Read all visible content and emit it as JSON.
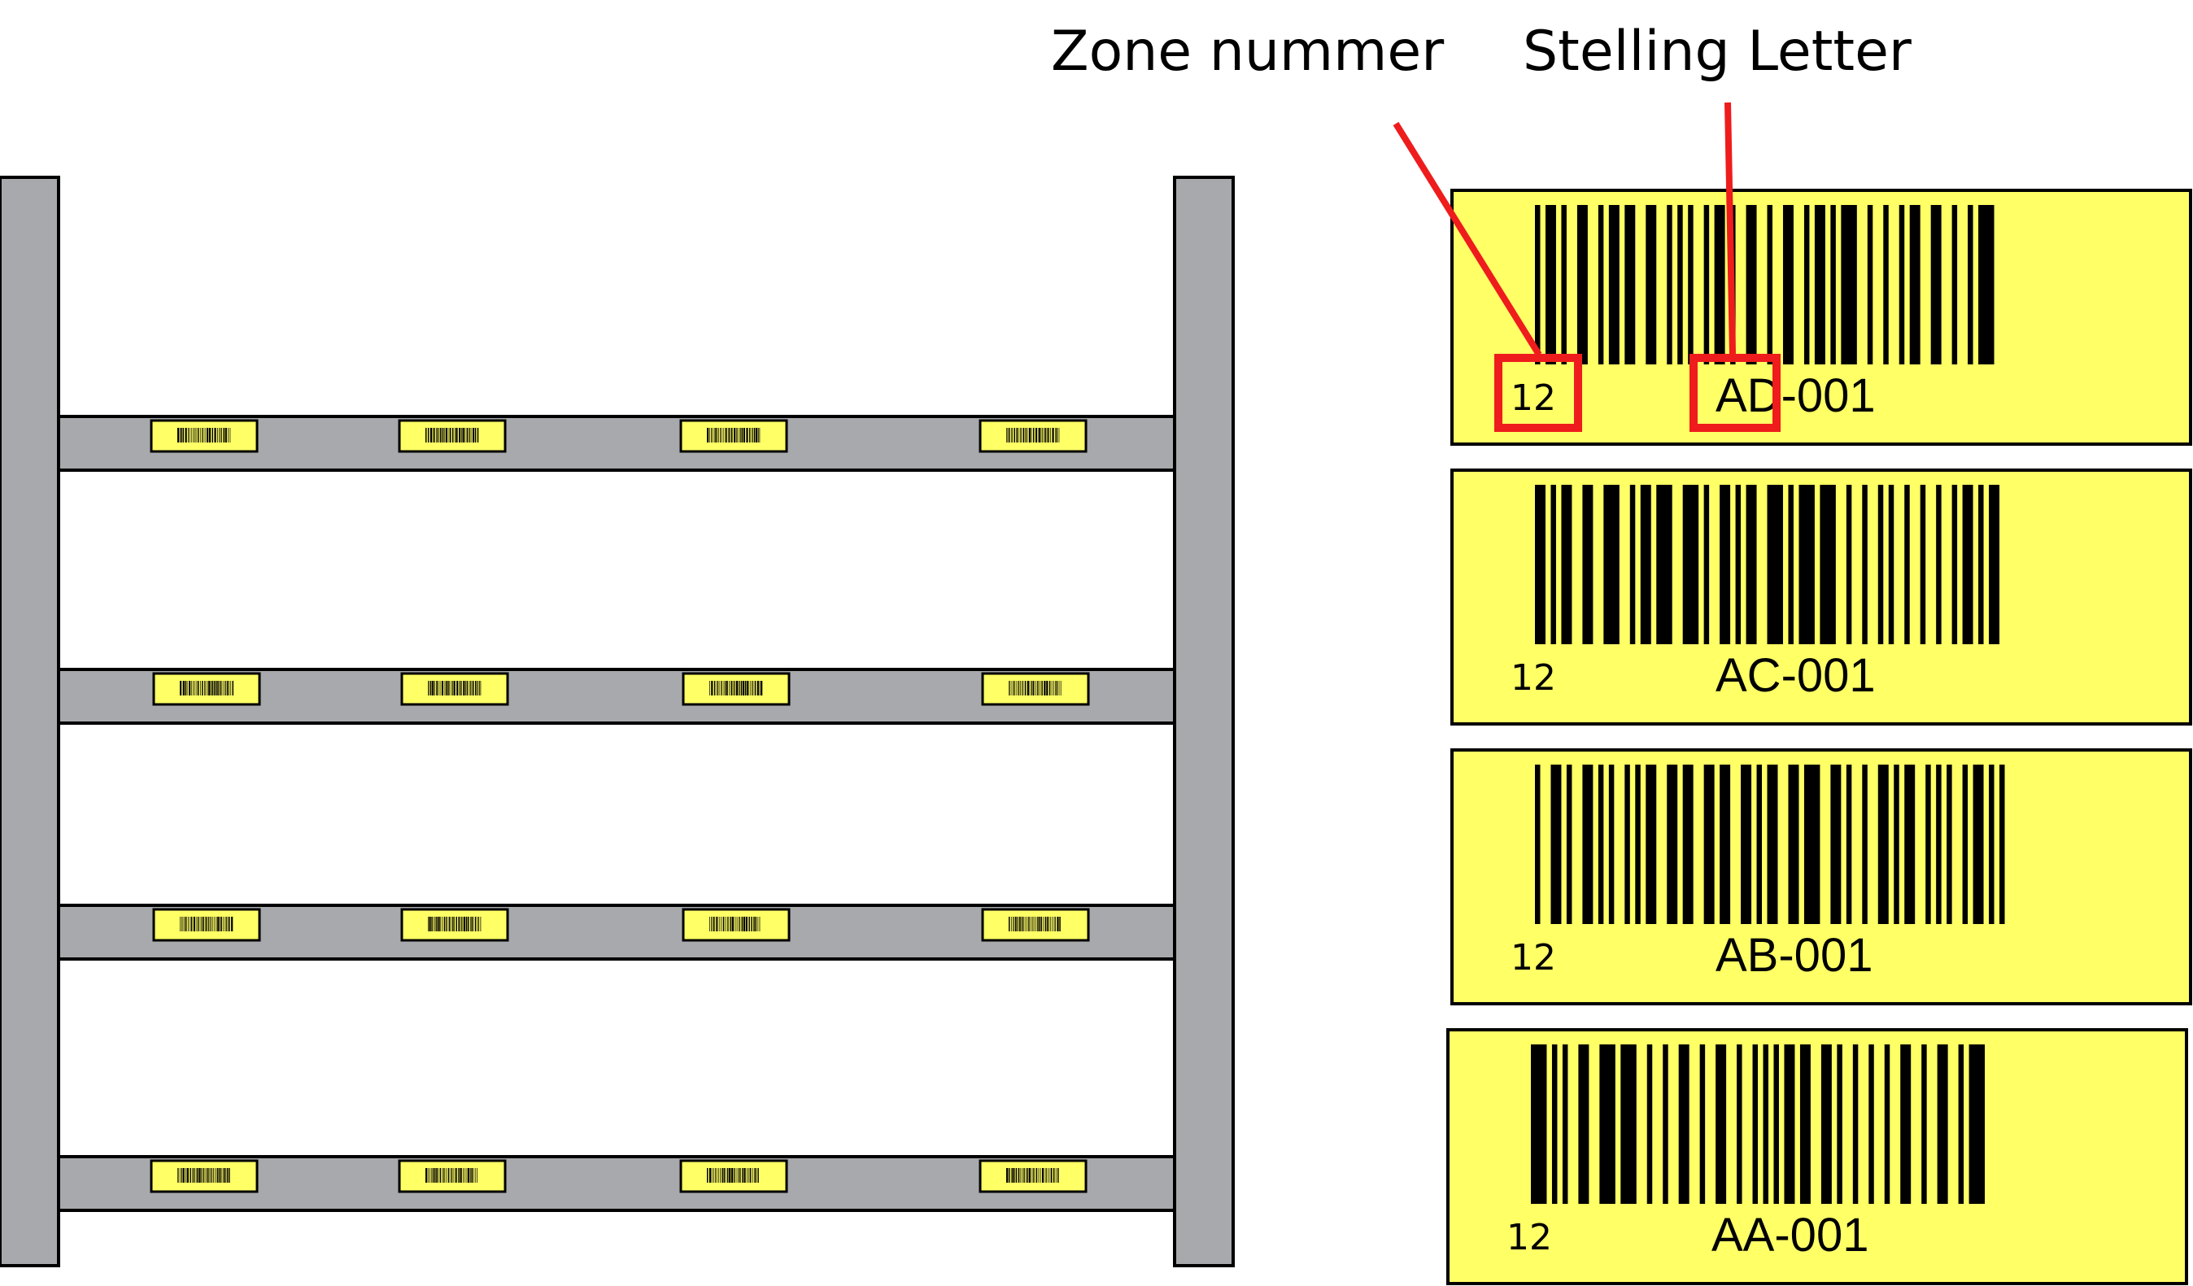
{
  "annotations": {
    "zone_label": "Zone nummer",
    "letter_label": "Stelling Letter",
    "highlight_color": "#ee1c1c"
  },
  "colors": {
    "upright": "#a7a9ac",
    "beam": "#a7a9ac",
    "label_fill": "#ffff66",
    "outline": "#000000"
  },
  "shelf_levels": 4,
  "labels_per_beam": 4,
  "barcode_labels": [
    {
      "zone": "12",
      "code": "AD-001",
      "highlighted": true
    },
    {
      "zone": "12",
      "code": "AC-001",
      "highlighted": false
    },
    {
      "zone": "12",
      "code": "AB-001",
      "highlighted": false
    },
    {
      "zone": "12",
      "code": "AA-001",
      "highlighted": false
    }
  ]
}
